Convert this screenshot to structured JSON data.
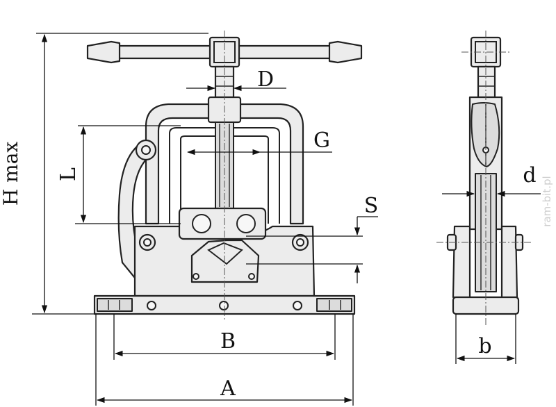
{
  "labels": {
    "h_max": "H max",
    "d_upper": "D",
    "g": "G",
    "l": "L",
    "s": "S",
    "b_upper": "B",
    "a": "A",
    "d_lower": "d",
    "b_lower": "b"
  },
  "watermark": "ram-bit.pl",
  "colors": {
    "line": "#222222",
    "fill": "#ececec",
    "background": "#ffffff"
  }
}
